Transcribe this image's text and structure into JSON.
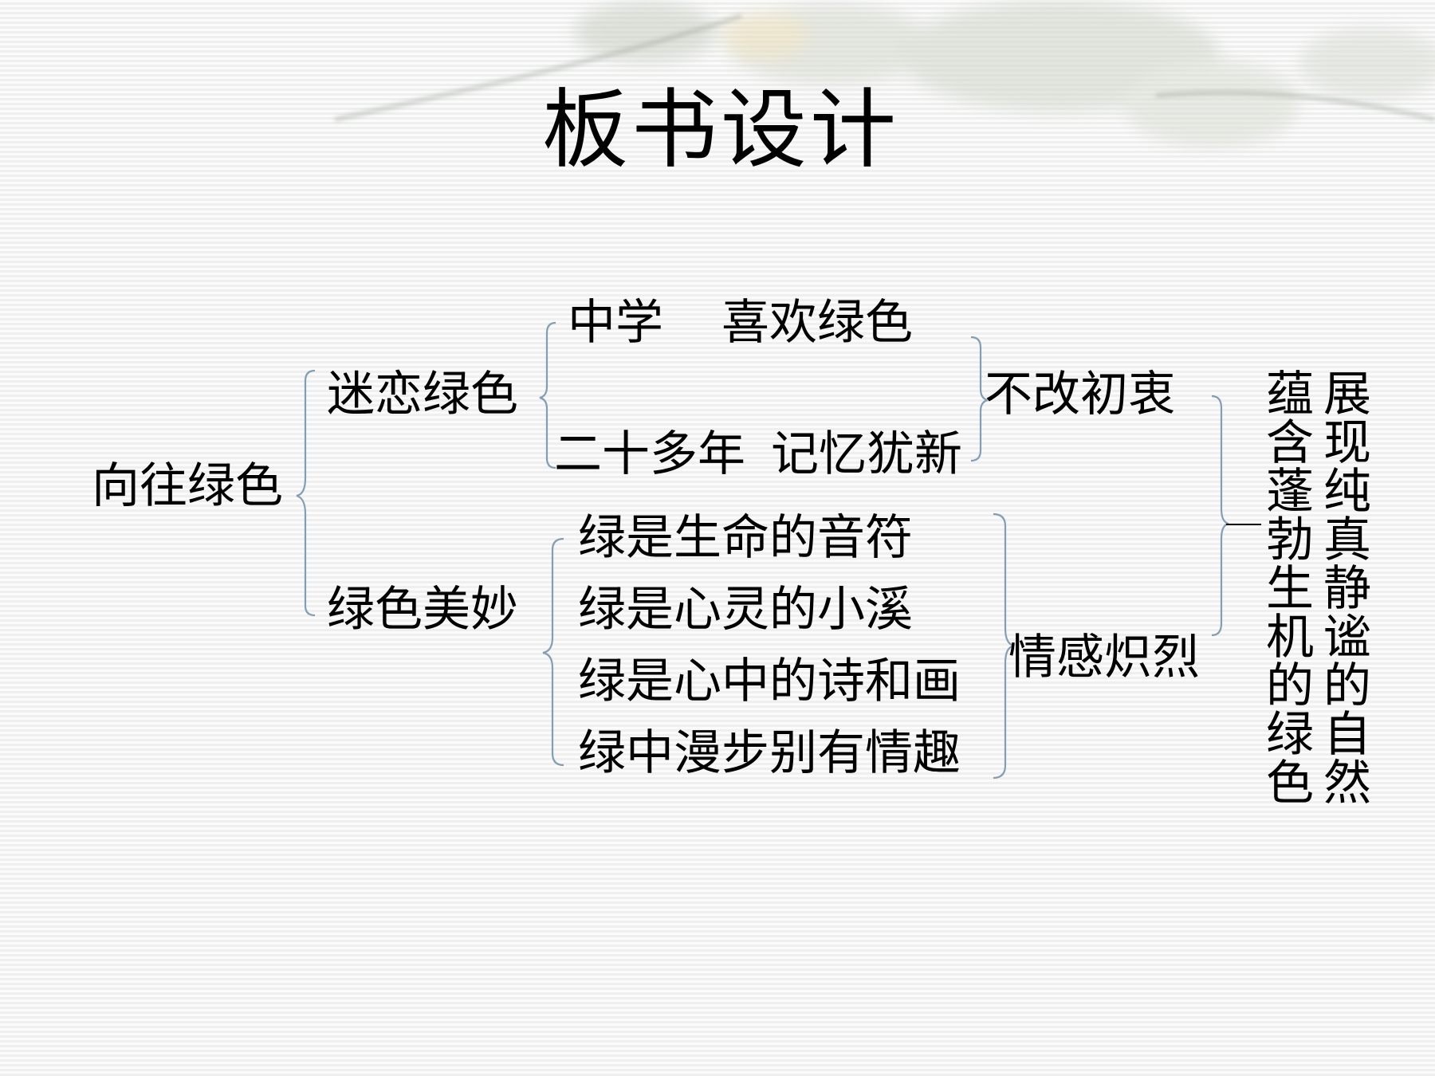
{
  "title": "板书设计",
  "root": "向往绿色",
  "branches": [
    {
      "label": "迷恋绿色",
      "items": [
        {
          "a": "中学",
          "b": "喜欢绿色"
        },
        {
          "a": "二十多年",
          "b": "记忆犹新"
        }
      ],
      "summary": "不改初衷"
    },
    {
      "label": "绿色美妙",
      "items": [
        "绿是生命的音符",
        "绿是心灵的小溪",
        "绿是心中的诗和画",
        "绿中漫步别有情趣"
      ],
      "summary": "情感炽烈"
    }
  ],
  "conclusion": {
    "col1": [
      "蕴",
      "含",
      "蓬",
      "勃",
      "生",
      "机",
      "的",
      "绿",
      "色"
    ],
    "col2": [
      "展",
      "现",
      "纯",
      "真",
      "静",
      "谧",
      "的",
      "自",
      "然"
    ]
  },
  "colors": {
    "bracket": "#7f9fb6",
    "text": "#000000"
  }
}
